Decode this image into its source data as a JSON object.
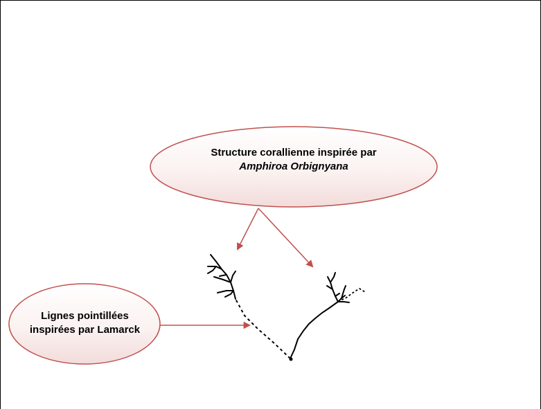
{
  "annotations": {
    "coral_label_line1": "Structure corallienne inspirée par",
    "coral_label_line2": "Amphiroa Orbignyana",
    "dotted_label_line1": "Lignes pointillées",
    "dotted_label_line2": "inspirées par Lamarck"
  },
  "colors": {
    "ellipse_stroke": "#c0504d",
    "ellipse_fill_top": "#ffffff",
    "ellipse_fill_bottom": "#f2dcdb",
    "arrow": "#c0504d",
    "tree": "#000000"
  }
}
